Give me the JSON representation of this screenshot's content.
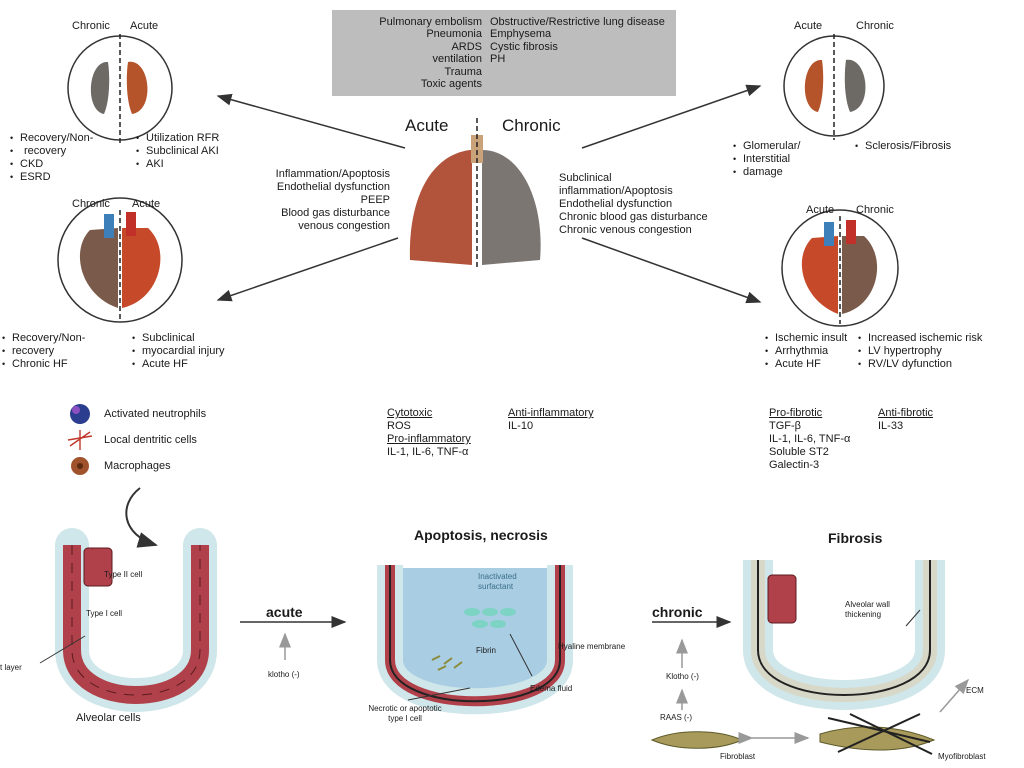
{
  "causes": {
    "acute": [
      "Pulmonary embolism",
      "Pneumonia",
      "ARDS",
      "ventilation",
      "Trauma",
      "Toxic agents"
    ],
    "chronic": [
      "Obstructive/Restrictive lung disease",
      "Emphysema",
      "Cystic fibrosis",
      "PH"
    ]
  },
  "lung": {
    "acute_label": "Acute",
    "chronic_label": "Chronic"
  },
  "mechanisms": {
    "acute": [
      "Inflammation/Apoptosis",
      "Endothelial dysfunction",
      "PEEP",
      "Blood gas disturbance",
      "venous congestion"
    ],
    "chronic": [
      "Subclinical",
      "inflammation/Apoptosis",
      "Endothelial dysfunction",
      "Chronic blood gas disturbance",
      "Chronic venous congestion"
    ]
  },
  "left_kidney": {
    "chronic_label": "Chronic",
    "acute_label": "Acute",
    "chronic_items": [
      "Recovery/Non-",
      "recovery",
      "CKD",
      "ESRD"
    ],
    "acute_items": [
      "Utilization RFR",
      "Subclinical AKI",
      "AKI"
    ]
  },
  "left_heart": {
    "chronic_label": "Chronic",
    "acute_label": "Acute",
    "chronic_items": [
      "Recovery/Non-",
      "recovery",
      "Chronic HF"
    ],
    "acute_items": [
      "Subclinical",
      "myocardial injury",
      "Acute HF"
    ]
  },
  "right_kidney": {
    "acute_label": "Acute",
    "chronic_label": "Chronic",
    "acute_items": [
      "Glomerular/",
      "Interstitial",
      "damage"
    ],
    "chronic_items": [
      "Sclerosis/Fibrosis"
    ]
  },
  "right_heart": {
    "acute_label": "Acute",
    "chronic_label": "Chronic",
    "acute_items": [
      "Ischemic insult",
      "Arrhythmia",
      "Acute HF"
    ],
    "chronic_items": [
      "Increased ischemic risk",
      "LV hypertrophy",
      "RV/LV dyfunction"
    ]
  },
  "legend": [
    "Activated neutrophils",
    "Local dentritic cells",
    "Macrophages"
  ],
  "mediators_acute": {
    "cytotoxic_head": "Cytotoxic",
    "cytotoxic": "ROS",
    "proinflam_head": "Pro-inflammatory",
    "proinflam": "IL-1, IL-6, TNF-α",
    "antiinflam_head": "Anti-inflammatory",
    "antiinflam": "IL-10"
  },
  "mediators_chronic": {
    "profibrotic_head": "Pro-fibrotic",
    "profibrotic": [
      "TGF-β",
      "IL-1, IL-6, TNF-α",
      "Soluble ST2",
      "Galectin-3"
    ],
    "antifibrotic_head": "Anti-fibrotic",
    "antifibrotic": "IL-33"
  },
  "alveoli": {
    "left": {
      "type2": "Type II cell",
      "type1": "Type I cell",
      "layer": "t layer",
      "caption": "Alveolar cells"
    },
    "arrow_acute": "acute",
    "klotho_acute": "klotho (-)",
    "middle": {
      "title": "Apoptosis, necrosis",
      "inactivated": [
        "Inactivated",
        "surfactant"
      ],
      "fibrin": "Fibrin",
      "hyaline": "Hyaline membrane",
      "edema": "Edema fluid",
      "necrotic": [
        "Necrotic or apoptotic",
        "type I cell"
      ]
    },
    "arrow_chronic": "chronic",
    "klotho_chronic": "Klotho (-)",
    "raas": "RAAS (-)",
    "right": {
      "title": "Fibrosis",
      "wall": [
        "Alveolar wall",
        "thickening"
      ],
      "ecm": "ECM",
      "fibroblast": "Fibroblast",
      "myofibroblast": "Myofibroblast"
    }
  },
  "colors": {
    "causes_bg": "#bdbdbd",
    "kidney": "#b5532a",
    "kidney_dark": "#6d6a66",
    "lung_acute": "#b2543b",
    "lung_chronic": "#7c7673",
    "alveolus_cell": "#b0414a",
    "fluid": "#a9cde3",
    "arrow": "#333333"
  }
}
